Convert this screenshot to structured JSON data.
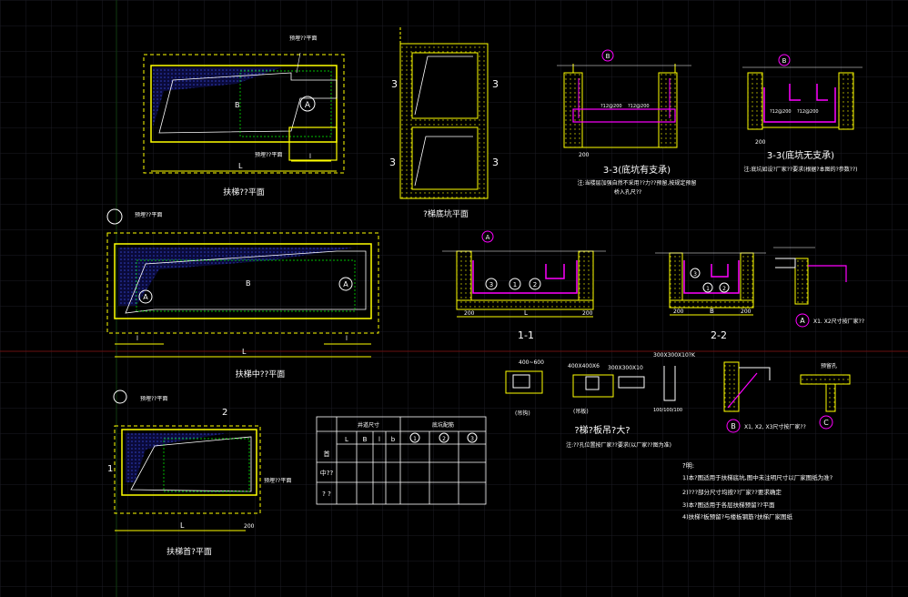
{
  "drawing": {
    "plan_view_1": {
      "title": "扶梯??平面",
      "dim_L": "L",
      "dim_l": "l",
      "dim_B": "B",
      "callout_top": "预埋??平面",
      "callout_bottom": "预埋??平面",
      "marker": "A"
    },
    "pit_plan": {
      "title": "?梯底坑平面",
      "label_left_top": "3",
      "label_right_top": "3",
      "label_left_bottom": "3",
      "label_right_bottom": "3"
    },
    "section_3a": {
      "title": "3-3(底坑有支承)",
      "note_1": "注:当楼层加强自然不采用??力??预留,按规定预留",
      "note_2": "桥入孔尺??",
      "marker": "B",
      "dim": "200",
      "rebar_1": "?12@200",
      "rebar_2": "?12@200"
    },
    "section_3b": {
      "title": "3-3(底坑无支承)",
      "note": "注:底坑如设?厂家??要求(根据?本图的?参数??)",
      "marker": "B",
      "dim": "200",
      "rebar_1": "?12@200",
      "rebar_2": "?12@200"
    },
    "plan_view_2": {
      "title": "扶梯中??平面",
      "dim_L": "L",
      "dim_l_left": "l",
      "dim_l_right": "l",
      "dim_B": "B",
      "marker_1": "A",
      "marker_2": "A",
      "callout": "预埋??平面"
    },
    "section_1": {
      "title": "1-1",
      "dim_left": "200",
      "dim_right": "200",
      "dim_L": "L",
      "circle_1": "1",
      "circle_2": "2",
      "circle_3": "3",
      "marker": "A"
    },
    "section_2": {
      "title": "2-2",
      "dim_left": "200",
      "dim_B": "B",
      "dim_right": "200",
      "circle_1": "1",
      "circle_2": "2",
      "circle_3": "3"
    },
    "detail_a": {
      "caption": "X1. X2尺寸按厂家??",
      "marker": "A"
    },
    "plan_view_3": {
      "title": "扶梯首?平面",
      "dim_L": "L",
      "dim_200": "200",
      "sec_1": "1",
      "sec_2": "2",
      "callout_top": "预埋??平面",
      "callout_right": "预埋??平面"
    },
    "table": {
      "header_1": "井道尺寸",
      "header_2": "底坑配筋",
      "col_L": "L",
      "col_B": "B",
      "col_l": "l",
      "col_b": "b",
      "col_c1": "1",
      "col_c2": "2",
      "col_c3": "3",
      "row_1": "首",
      "row_2": "中??",
      "row_3": "? ?"
    },
    "detail_embed": {
      "title": "?梯?板吊?大?",
      "note": "注:??孔位置按厂家??要求(以厂家??图为准)",
      "dim_1": "400~600",
      "dim_2": "400X400X6",
      "dim_3": "300X300X10",
      "dim_4": "300X300X10?K",
      "label_1": "(吊钩)",
      "label_2": "(吊板)",
      "dim_5": "100/100/100"
    },
    "detail_b": {
      "caption": "X1, X2, X3尺寸按厂家??",
      "marker": "B"
    },
    "detail_c": {
      "caption": "预留孔",
      "marker": "C"
    },
    "notes": {
      "heading": "?明:",
      "line_1": "1)本?图适用于扶梯底坑,图中未注明尺寸以厂家图纸为准?",
      "line_2": "2)???部分尺寸均按??厂家??要求确定",
      "line_3": "3)本?图适用于各层扶梯预留??平面",
      "line_4": "4)扶梯?板预留?与楼板钢筋?扶梯厂家图纸"
    }
  },
  "colors": {
    "background": "#000000",
    "grid": "#1c1c24",
    "primary": "#ffff00",
    "secondary": "#ffffff",
    "accent": "#ff00ff",
    "hatch": "#1a1a8a",
    "callout_circle": "#ff00ff"
  }
}
